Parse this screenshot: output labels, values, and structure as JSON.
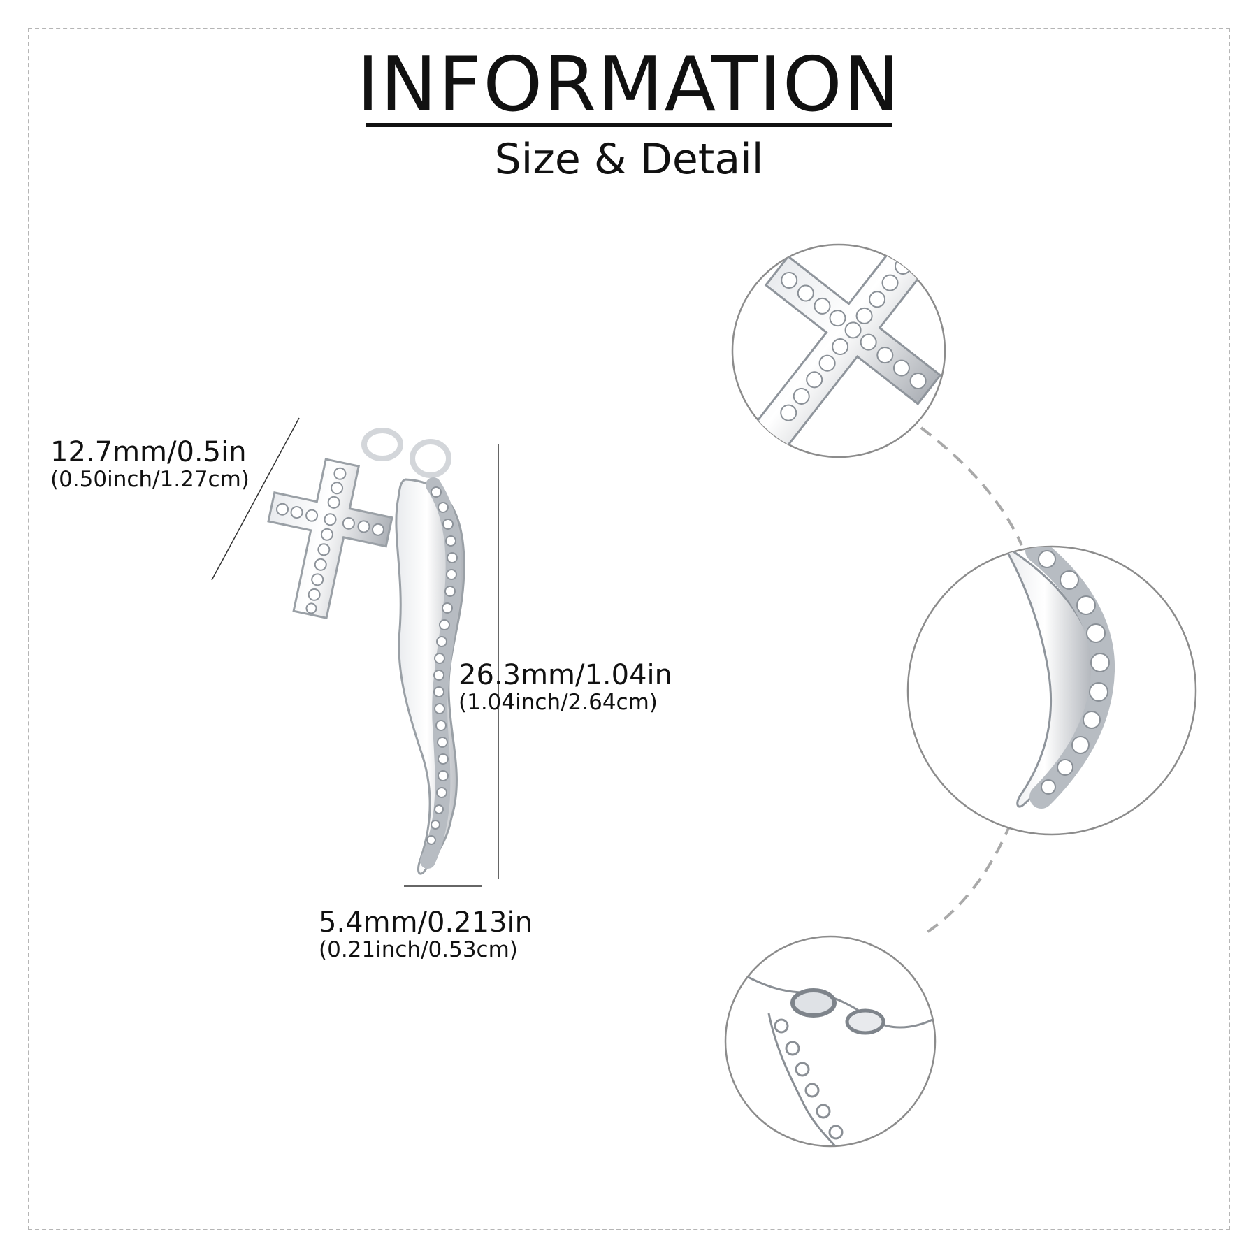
{
  "header": {
    "title": "INFORMATION",
    "subtitle": "Size & Detail"
  },
  "dimensions": {
    "cross_width": {
      "main": "12.7mm/0.5in",
      "sub": "(0.50inch/1.27cm)"
    },
    "horn_height": {
      "main": "26.3mm/1.04in",
      "sub": "(1.04inch/2.64cm)"
    },
    "horn_width": {
      "main": "5.4mm/0.213in",
      "sub": "(0.21inch/0.53cm)"
    }
  },
  "detail_views": [
    {
      "subject": "cross-closeup"
    },
    {
      "subject": "horn-closeup"
    },
    {
      "subject": "chain-clasp-closeup"
    }
  ],
  "colors": {
    "text": "#111111",
    "frame": "#b5b5b5",
    "silver": "#c9ccd1",
    "circle": "#8c8c8c"
  }
}
